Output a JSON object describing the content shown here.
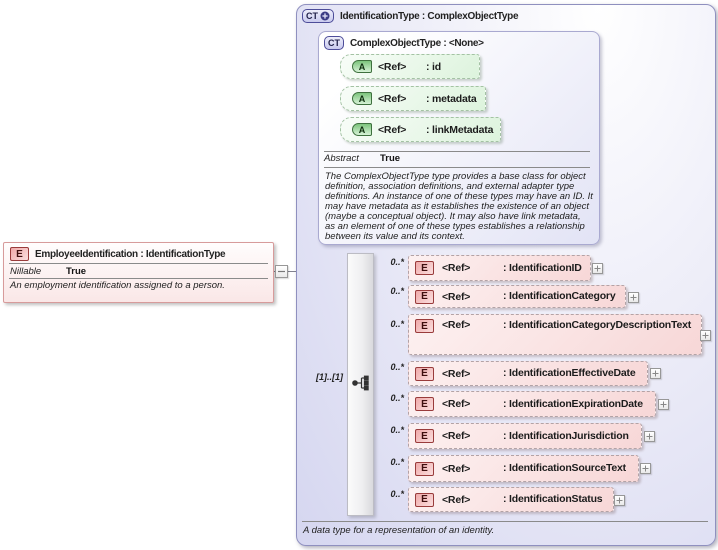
{
  "element_box": {
    "badge": "E",
    "title": "EmployeeIdentification : IdentificationType",
    "nillable_label": "Nillable",
    "nillable_value": "True",
    "description": "An employment identification assigned to a person."
  },
  "type_box": {
    "badge": "CT",
    "title": "IdentificationType : ComplexObjectType",
    "footer": "A data type for a representation of an identity.",
    "base_type": {
      "badge": "CT",
      "title": "ComplexObjectType : <None>",
      "attributes": [
        {
          "badge": "A",
          "ref": "<Ref>",
          "name": ": id"
        },
        {
          "badge": "A",
          "ref": "<Ref>",
          "name": ": metadata"
        },
        {
          "badge": "A",
          "ref": "<Ref>",
          "name": ": linkMetadata"
        }
      ],
      "abstract_label": "Abstract",
      "abstract_value": "True",
      "description": "The ComplexObjectType type provides a base class for object definition, association definitions, and external adapter type definitions. An instance of one of these types may have an ID. It may have metadata as it establishes the existence of an object (maybe a conceptual object). It may also have link metadata, as an element of one of these types establishes a relationship between its value and its context."
    },
    "sequence": {
      "cardinality": "[1]..[1]",
      "elements": [
        {
          "badge": "E",
          "ref": "<Ref>",
          "name": ": IdentificationID",
          "occurs": "0..*"
        },
        {
          "badge": "E",
          "ref": "<Ref>",
          "name": ": IdentificationCategory",
          "occurs": "0..*"
        },
        {
          "badge": "E",
          "ref": "<Ref>",
          "name": ": IdentificationCategoryDescriptionText",
          "occurs": "0..*"
        },
        {
          "badge": "E",
          "ref": "<Ref>",
          "name": ": IdentificationEffectiveDate",
          "occurs": "0..*"
        },
        {
          "badge": "E",
          "ref": "<Ref>",
          "name": ": IdentificationExpirationDate",
          "occurs": "0..*"
        },
        {
          "badge": "E",
          "ref": "<Ref>",
          "name": ": IdentificationJurisdiction",
          "occurs": "0..*"
        },
        {
          "badge": "E",
          "ref": "<Ref>",
          "name": ": IdentificationSourceText",
          "occurs": "0..*"
        },
        {
          "badge": "E",
          "ref": "<Ref>",
          "name": ": IdentificationStatus",
          "occurs": "0..*"
        }
      ]
    }
  },
  "colors": {
    "type_box_fill": "#d5d6f0",
    "attribute_fill": "#ddf3dd",
    "element_fill": "#f7d7d7",
    "border_accent": "#8f90bf"
  }
}
